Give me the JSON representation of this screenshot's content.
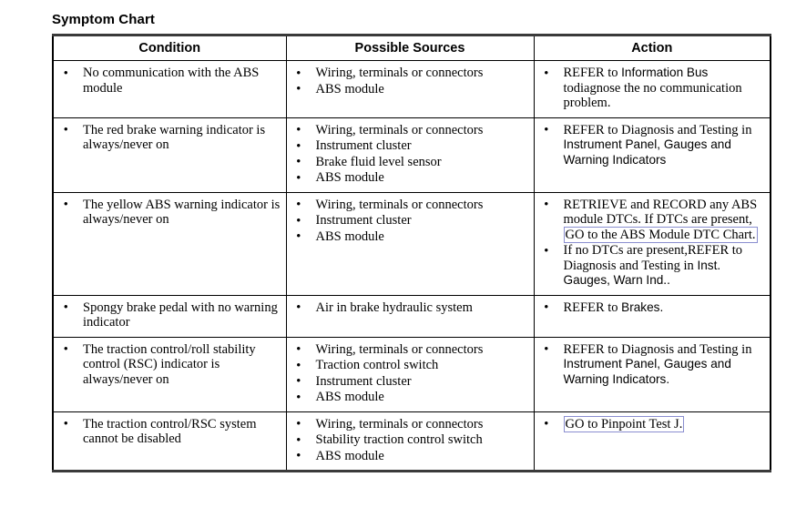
{
  "page_title": "Symptom Chart",
  "table": {
    "headers": [
      "Condition",
      "Possible Sources",
      "Action"
    ],
    "rows": [
      {
        "condition": [
          "No communication with the ABS module"
        ],
        "sources": [
          "Wiring, terminals or connectors",
          "ABS module"
        ],
        "action": [
          {
            "segments": [
              {
                "text": "REFER to ",
                "style": "serif"
              },
              {
                "text": "Information Bus",
                "style": "sans"
              },
              {
                "text": " to",
                "style": "serif"
              },
              {
                "text": "diagnose the no communication problem.",
                "style": "serif"
              }
            ]
          }
        ]
      },
      {
        "condition": [
          "The red brake warning indicator is always/never on"
        ],
        "sources": [
          "Wiring, terminals or connectors",
          "Instrument cluster",
          "Brake fluid level sensor",
          "ABS module"
        ],
        "action": [
          {
            "segments": [
              {
                "text": "REFER to Diagnosis and Testing in ",
                "style": "serif"
              },
              {
                "text": "Instrument Panel, Gauges and Warning Indicators",
                "style": "sans"
              }
            ]
          }
        ]
      },
      {
        "condition": [
          "The yellow ABS warning indicator is always/never on"
        ],
        "sources": [
          "Wiring, terminals or connectors",
          "Instrument cluster",
          "ABS module"
        ],
        "action": [
          {
            "segments": [
              {
                "text": "RETRIEVE and RECORD any ABS module DTCs. If DTCs are present, ",
                "style": "serif"
              },
              {
                "text": "GO to the ABS Module DTC Chart.",
                "style": "serif-link"
              }
            ]
          },
          {
            "segments": [
              {
                "text": "If no DTCs are present,",
                "style": "serif"
              },
              {
                "text": "REFER to Diagnosis and",
                "style": "serif"
              },
              {
                "text": " Testing in ",
                "style": "serif"
              },
              {
                "text": "Inst. Gauges, Warn Ind..",
                "style": "sans"
              }
            ]
          }
        ]
      },
      {
        "condition": [
          "Spongy brake pedal with no warning indicator"
        ],
        "sources": [
          "Air in brake hydraulic system"
        ],
        "action": [
          {
            "segments": [
              {
                "text": "REFER to ",
                "style": "serif"
              },
              {
                "text": "Brakes.",
                "style": "sans"
              }
            ]
          }
        ]
      },
      {
        "condition": [
          "The traction control/roll stability control (RSC) indicator is always/never on"
        ],
        "sources": [
          "Wiring, terminals or connectors",
          "Traction control switch",
          "Instrument cluster",
          "ABS module"
        ],
        "action": [
          {
            "segments": [
              {
                "text": "REFER to Diagnosis and Testing in ",
                "style": "serif"
              },
              {
                "text": "Instrument Panel, Gauges and Warning Indicators.",
                "style": "sans"
              }
            ]
          }
        ]
      },
      {
        "condition": [
          "The traction control/RSC system cannot be disabled"
        ],
        "sources": [
          "Wiring, terminals or connectors",
          "Stability traction control switch",
          "ABS module"
        ],
        "action": [
          {
            "segments": [
              {
                "text": "GO to Pinpoint Test J.",
                "style": "serif-link"
              }
            ]
          }
        ]
      }
    ]
  },
  "colors": {
    "link_border": "#8a8ed0",
    "table_border": "#000000",
    "outer_border": "#3a3a3a",
    "text": "#000000"
  }
}
